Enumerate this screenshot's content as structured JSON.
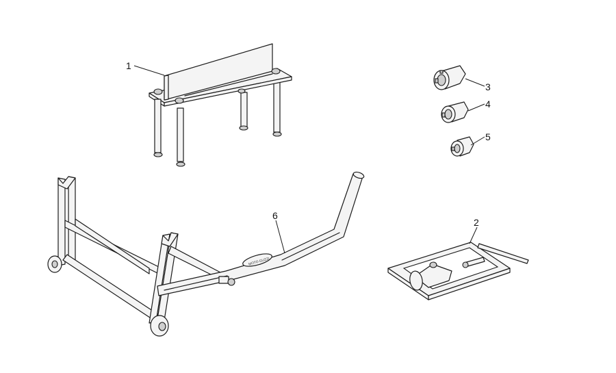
{
  "callouts": [
    {
      "id": "1",
      "label": "1"
    },
    {
      "id": "2",
      "label": "2"
    },
    {
      "id": "3",
      "label": "3"
    },
    {
      "id": "4",
      "label": "4"
    },
    {
      "id": "5",
      "label": "5"
    },
    {
      "id": "6",
      "label": "6"
    }
  ],
  "stand_badge": "MOTO GUZZI"
}
